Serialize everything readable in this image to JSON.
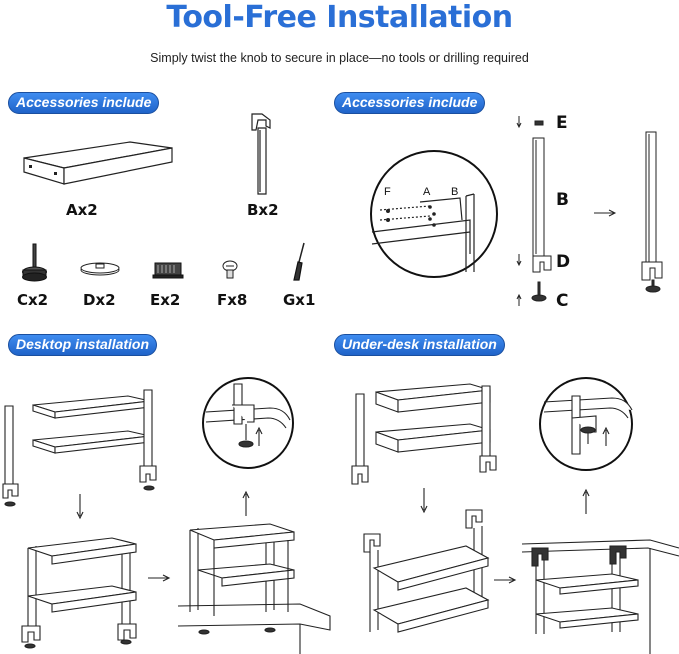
{
  "header": {
    "title": "Tool-Free Installation",
    "subtitle": "Simply twist the knob to secure in place—no tools or drilling required"
  },
  "sections": {
    "accessories_left": "Accessories include",
    "accessories_right": "Accessories include",
    "desktop": "Desktop installation",
    "underdesk": "Under-desk installation"
  },
  "parts_left": {
    "a": "Ax2",
    "b": "Bx2",
    "c": "Cx2",
    "d": "Dx2",
    "e": "Ex2",
    "f": "Fx8",
    "g": "Gx1"
  },
  "parts_right": {
    "e": "E",
    "b": "B",
    "d": "D",
    "c": "C",
    "zoom_f": "F",
    "zoom_a": "A",
    "zoom_b": "B"
  },
  "colors": {
    "accent": "#2a6fd6",
    "pill_dark": "#1a4f9f",
    "line": "#222222"
  }
}
